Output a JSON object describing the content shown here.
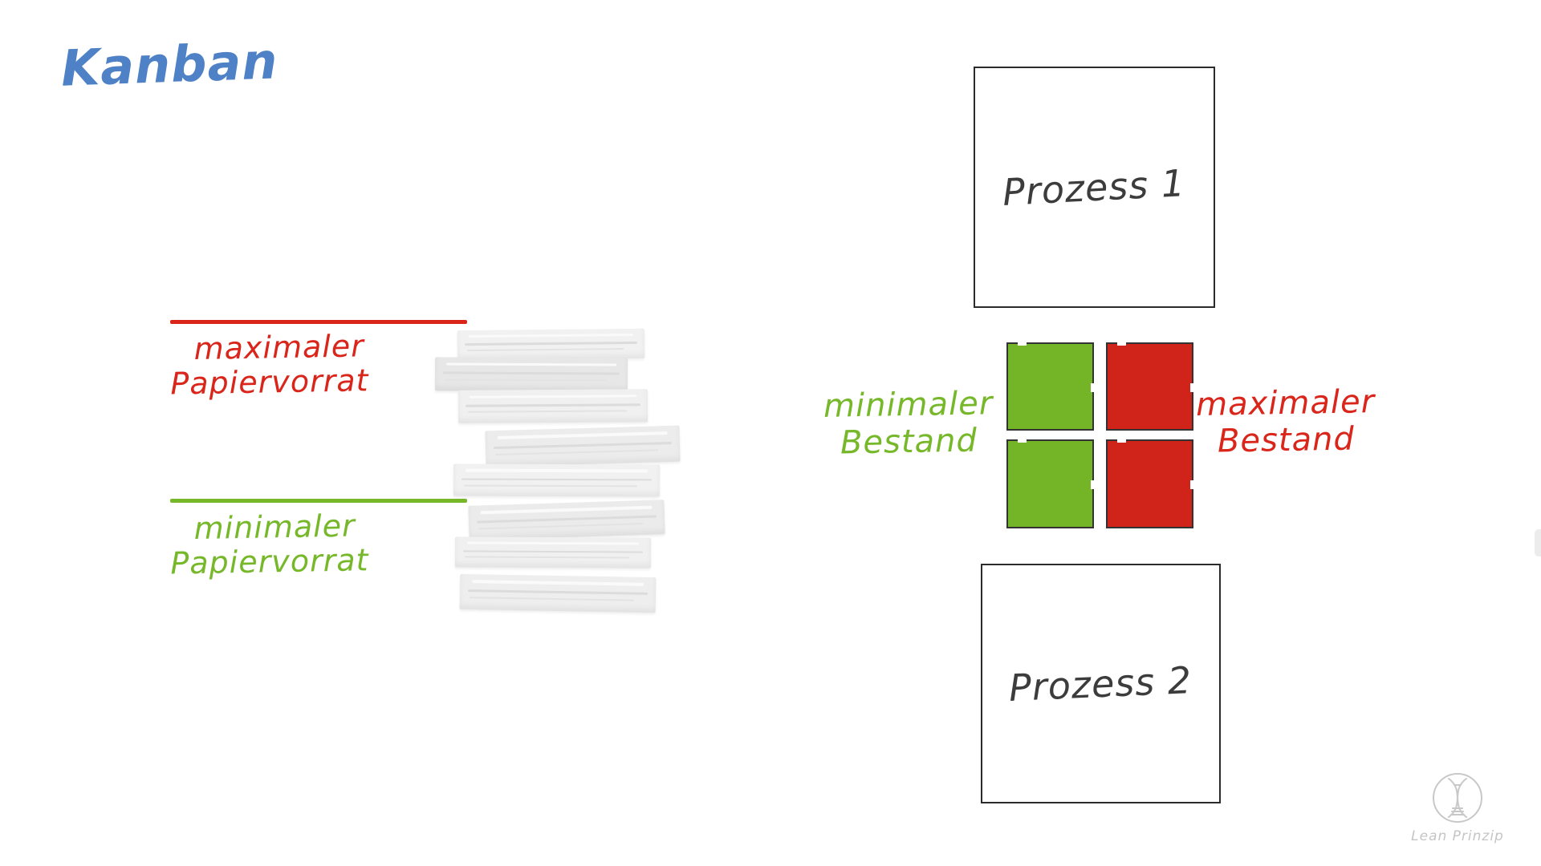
{
  "colors": {
    "blue": "#4e81c6",
    "red": "#d9251a",
    "green": "#76b82a",
    "red-card": "#d0241a",
    "green-card": "#74b527",
    "ink": "#3c3c3c",
    "logo-gray": "#c8c8c8"
  },
  "title": {
    "text": "Kanban"
  },
  "paper_supply": {
    "max_label": {
      "line1": "maximaler",
      "line2": "Papiervorrat"
    },
    "min_label": {
      "line1": "minimaler",
      "line2": "Papiervorrat"
    }
  },
  "process_flow": {
    "process1_label": "Prozess 1",
    "process2_label": "Prozess 2",
    "min_stock_label": {
      "line1": "minimaler",
      "line2": "Bestand"
    },
    "max_stock_label": {
      "line1": "maximaler",
      "line2": "Bestand"
    }
  },
  "watermark": {
    "label": "Lean Prinzip",
    "icon": "dna-logo-icon"
  }
}
